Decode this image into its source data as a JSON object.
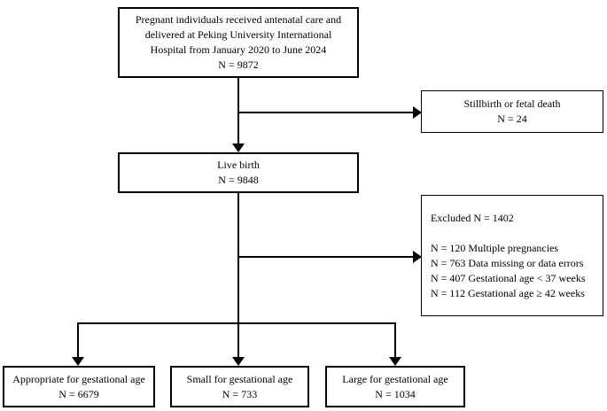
{
  "diagram": {
    "type": "study-flowchart",
    "background_color": "#ffffff",
    "line_color": "#000000",
    "boxes": {
      "enrollment": {
        "lines": [
          "Pregnant individuals received antenatal care and",
          "delivered at Peking University International",
          "Hospital from January 2020 to June 2024",
          "N = 9872"
        ]
      },
      "stillbirth": {
        "lines": [
          "Stillbirth or fetal death",
          "N = 24"
        ]
      },
      "live_birth": {
        "lines": [
          "Live birth",
          "N = 9848"
        ]
      },
      "excluded": {
        "lines": [
          "Excluded N = 1402",
          "",
          "N = 120 Multiple pregnancies",
          "N = 763 Data missing or data errors",
          "N = 407 Gestational age < 37 weeks",
          "N = 112 Gestational age ≥ 42 weeks"
        ]
      },
      "appropriate_for_gestational_age": {
        "lines": [
          "Appropriate for gestational age",
          "N = 6679"
        ]
      },
      "small_for_gestational_age": {
        "lines": [
          "Small for gestational age",
          "N = 733"
        ]
      },
      "large_for_gestational_age": {
        "lines": [
          "Large for gestational age",
          "N = 1034"
        ]
      }
    }
  }
}
